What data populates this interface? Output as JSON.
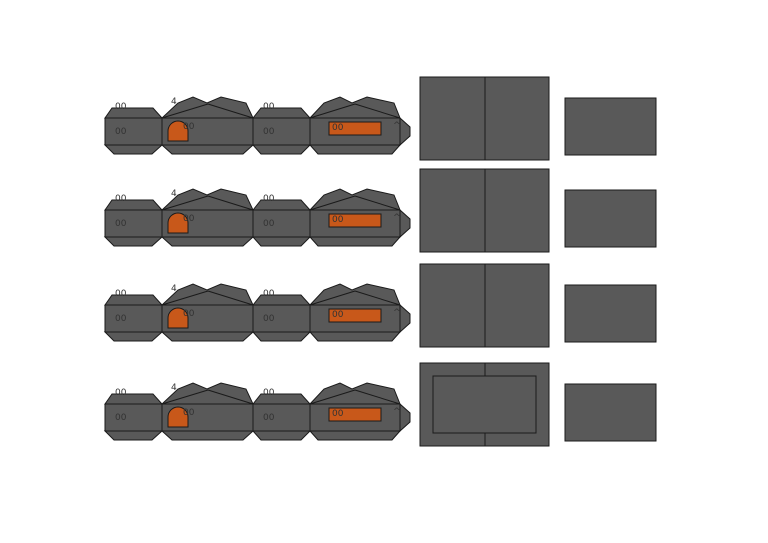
{
  "colors": {
    "background": "#ffffff",
    "panel_fill": "#595959",
    "stroke": "#1a1a1a",
    "accent": "#c8581a",
    "label": "#333333"
  },
  "rows": [
    {
      "labels": {
        "top_left": "00",
        "left": "00",
        "tab": "4",
        "arch": "00",
        "mid_top": "00",
        "mid": "00",
        "slot": "00",
        "caret": "^"
      },
      "side_panel": "split"
    },
    {
      "labels": {
        "top_left": "00",
        "left": "00",
        "tab": "4",
        "arch": "00",
        "mid_top": "00",
        "mid": "00",
        "slot": "00",
        "caret": "^"
      },
      "side_panel": "split"
    },
    {
      "labels": {
        "top_left": "00",
        "left": "00",
        "tab": "4",
        "arch": "00",
        "mid_top": "00",
        "mid": "00",
        "slot": "00",
        "caret": "^"
      },
      "side_panel": "split"
    },
    {
      "labels": {
        "top_left": "00",
        "left": "00",
        "tab": "4",
        "arch": "00",
        "mid_top": "00",
        "mid": "00",
        "slot": "00",
        "caret": "^"
      },
      "side_panel": "framed"
    }
  ]
}
